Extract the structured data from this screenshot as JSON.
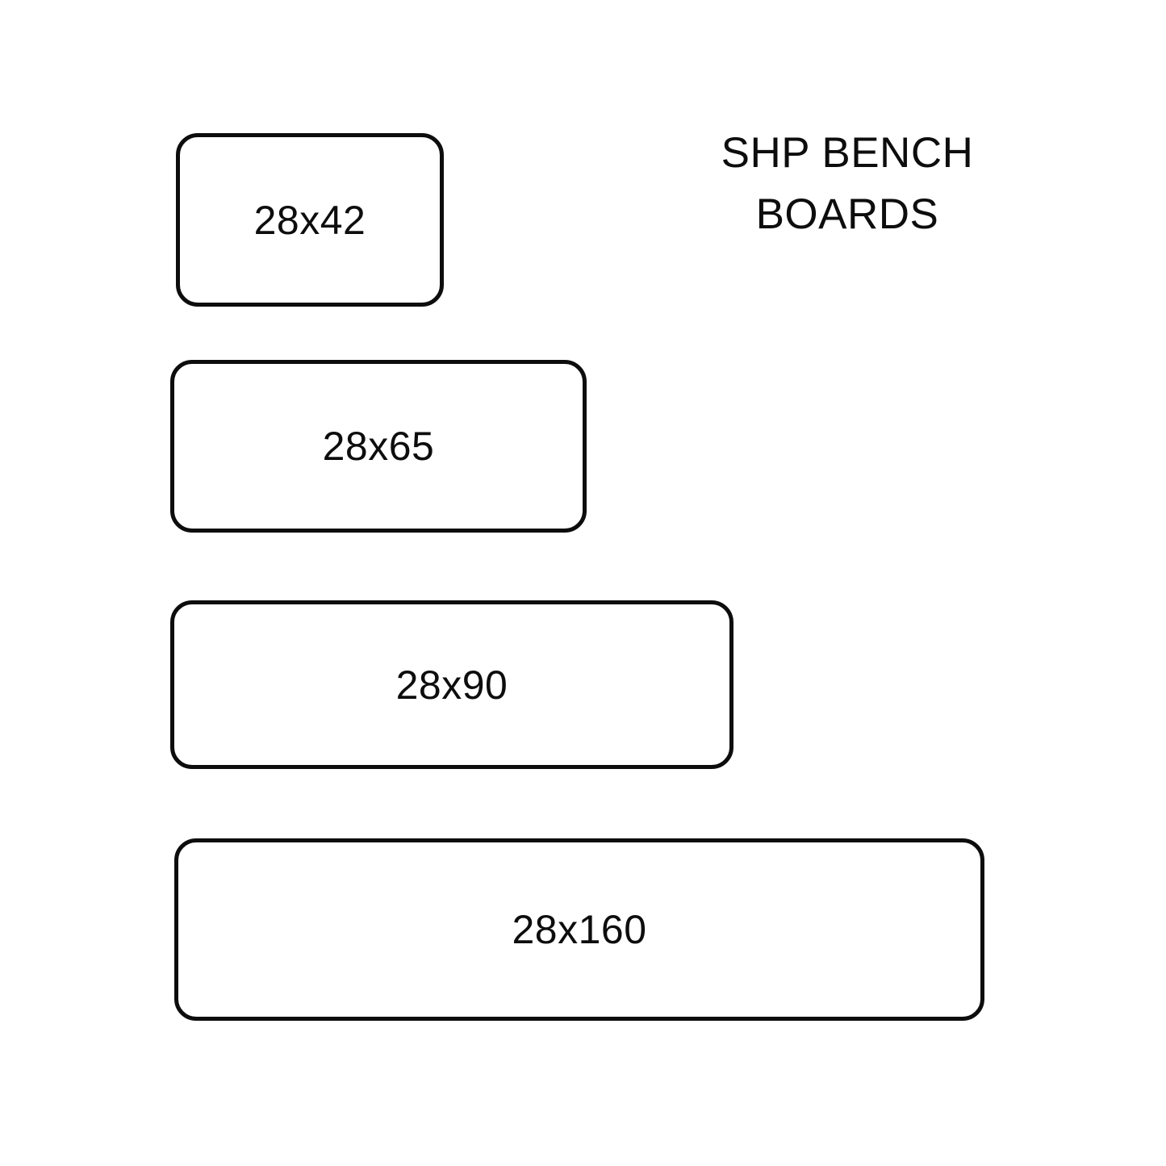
{
  "title": {
    "line1": "SHP BENCH",
    "line2": "BOARDS"
  },
  "boards": [
    {
      "label": "28x42"
    },
    {
      "label": "28x65"
    },
    {
      "label": "28x90"
    },
    {
      "label": "28x160"
    }
  ],
  "colors": {
    "stroke": "#0d0d0d",
    "background": "#ffffff",
    "text": "#0d0d0d"
  }
}
